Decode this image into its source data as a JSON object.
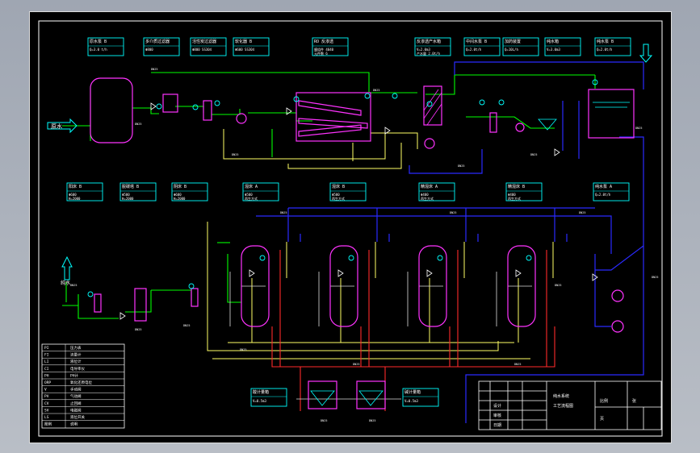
{
  "colors": {
    "background": "#000000",
    "frame": "#ffffff",
    "pipe_green": "#00ff00",
    "pipe_yellow": "#ffff66",
    "pipe_blue": "#2a2aff",
    "pipe_red": "#ff2a2a",
    "equipment": "#ff33ff",
    "instrument": "#00ffff",
    "label_text": "#ffffff"
  },
  "inlet_label": "原水",
  "outlet_label": "纯水",
  "pipe_tag": "DN25",
  "instrument_boxes": [
    {
      "title": "原水泵 B",
      "lines": [
        "Q=3.0 t/h"
      ]
    },
    {
      "title": "多介质过滤器",
      "lines": [
        "Φ800"
      ]
    },
    {
      "title": "活性炭过滤器",
      "lines": [
        "Φ800 SS304"
      ]
    },
    {
      "title": "软化器 B",
      "lines": [
        "Φ600 SS304"
      ]
    },
    {
      "title": "RO 反渗透",
      "lines": [
        "膜组件 4040",
        "元件数 6"
      ]
    },
    {
      "title": "反渗透产水箱",
      "lines": [
        "V=2.0m3",
        "产水量 2.0t/h"
      ]
    },
    {
      "title": "中间水泵 B",
      "lines": [
        "Q=2.0t/h"
      ]
    },
    {
      "title": "加药装置",
      "lines": [
        "Q=10L/h"
      ]
    },
    {
      "title": "纯水箱",
      "lines": [
        "V=3.0m3"
      ]
    },
    {
      "title": "纯水泵 B",
      "lines": [
        "Q=2.0t/h"
      ]
    }
  ],
  "ix_boxes": [
    {
      "title": "阳床 B",
      "lines": [
        "Φ600",
        "H=2000"
      ]
    },
    {
      "title": "脱碳塔 B",
      "lines": [
        "Φ500",
        "H=2000"
      ]
    },
    {
      "title": "阴床 B",
      "lines": [
        "Φ600",
        "H=2000"
      ]
    },
    {
      "title": "混床 A",
      "lines": [
        "Φ500",
        "再生方式"
      ]
    },
    {
      "title": "混床 B",
      "lines": [
        "Φ500",
        "再生方式"
      ]
    },
    {
      "title": "精混床 A",
      "lines": [
        "Φ400",
        "再生方式"
      ]
    },
    {
      "title": "精混床 B",
      "lines": [
        "Φ400",
        "再生方式"
      ]
    },
    {
      "title": "纯水泵 A",
      "lines": [
        "Q=2.0t/h"
      ]
    }
  ],
  "acid_box": {
    "title": "酸计量箱",
    "lines": [
      "V=0.5m3"
    ]
  },
  "alkali_box": {
    "title": "碱计量箱",
    "lines": [
      "V=0.5m3"
    ]
  },
  "legend": [
    {
      "symbol": "PI",
      "label": "压力表"
    },
    {
      "symbol": "FI",
      "label": "流量计"
    },
    {
      "symbol": "LI",
      "label": "液位计"
    },
    {
      "symbol": "CI",
      "label": "电导率仪"
    },
    {
      "symbol": "PH",
      "label": "PH计"
    },
    {
      "symbol": "ORP",
      "label": "氧化还原电位"
    },
    {
      "symbol": "V",
      "label": "手动阀"
    },
    {
      "symbol": "PV",
      "label": "气动阀"
    },
    {
      "symbol": "CV",
      "label": "止回阀"
    },
    {
      "symbol": "SV",
      "label": "电磁阀"
    },
    {
      "symbol": "LS",
      "label": "液位开关"
    },
    {
      "symbol": "图例",
      "label": "说明"
    }
  ],
  "title_block": {
    "project": "纯水系统",
    "drawing": "工艺流程图",
    "scale": "比例",
    "sheet": "张",
    "page": "页",
    "designer": "设计",
    "checker": "审核",
    "date": "日期"
  }
}
